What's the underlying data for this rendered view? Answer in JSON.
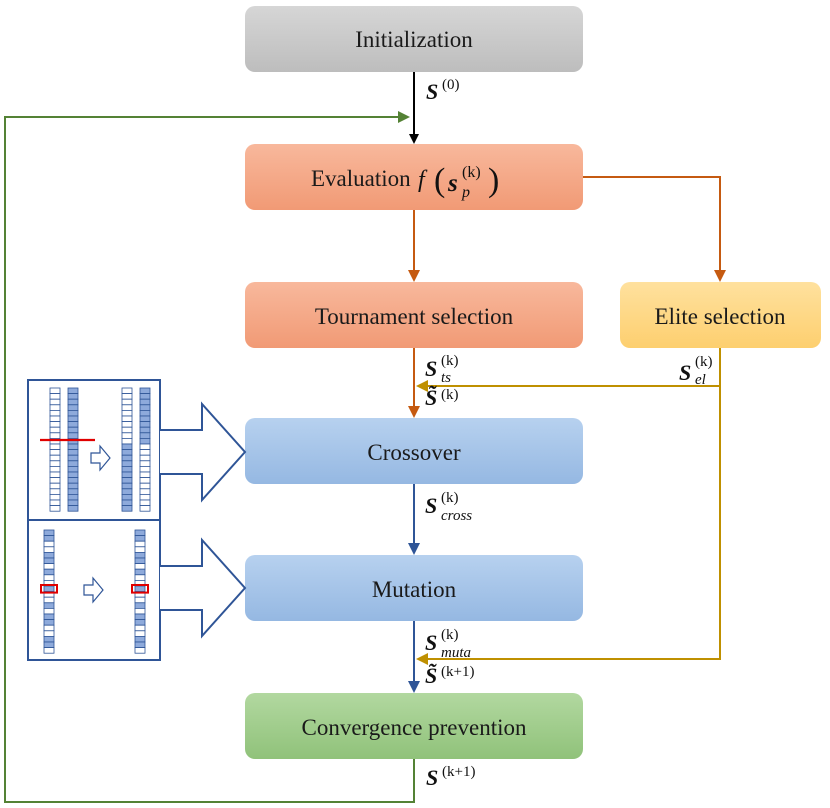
{
  "boxes": {
    "initialization": "Initialization",
    "evaluation": "Evaluation",
    "evaluation_func": "f",
    "tournament": "Tournament selection",
    "elite": "Elite selection",
    "crossover": "Crossover",
    "mutation": "Mutation",
    "convergence": "Convergence prevention"
  },
  "labels": {
    "s0_base": "S",
    "s0_sup": "(0)",
    "sp_base": "s",
    "sp_sub": "p",
    "sp_sup": "(k)",
    "sts_base": "S",
    "sts_sub": "ts",
    "sts_sup": "(k)",
    "stilde_base": "S̃",
    "stilde_sup": "(k)",
    "sel_base": "S",
    "sel_sub": "el",
    "sel_sup": "(k)",
    "scross_base": "S",
    "scross_sub": "cross",
    "scross_sup": "(k)",
    "smuta_base": "S",
    "smuta_sub": "muta",
    "smuta_sup": "(k)",
    "stilde2_base": "S̃",
    "stilde2_sup": "(k+1)",
    "snext_base": "S",
    "snext_sup": "(k+1)"
  },
  "colors": {
    "init": "#c8c8c8",
    "eval": "#f3a07e",
    "elite": "#fed582",
    "blue": "#a4c2e6",
    "green": "#9cca86",
    "arrow_orange": "#c55a11",
    "arrow_gold": "#bf9000",
    "arrow_blue": "#2f5597",
    "arrow_green": "#548235",
    "arrow_black": "#000000"
  }
}
